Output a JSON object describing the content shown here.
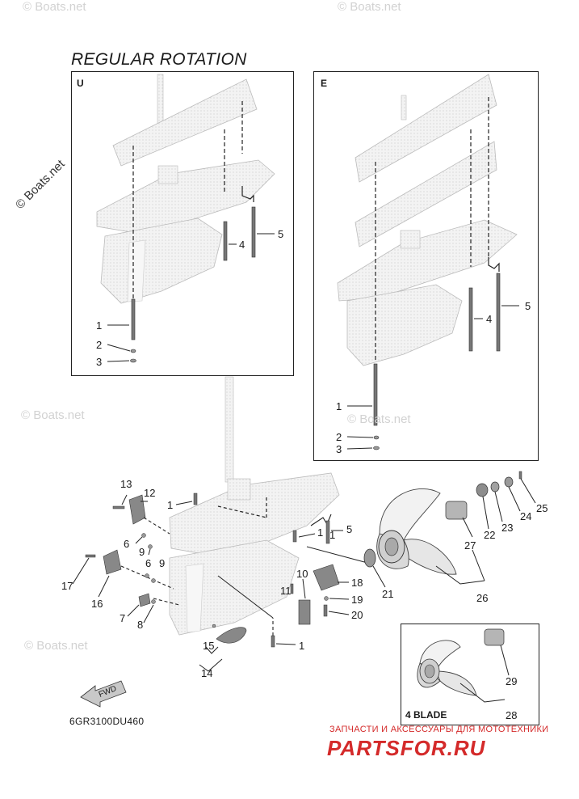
{
  "title": "REGULAR ROTATION",
  "panels": {
    "u": {
      "letter": "U"
    },
    "e": {
      "letter": "E"
    },
    "blade": {
      "caption": "4 BLADE"
    }
  },
  "callouts": {
    "u": [
      "1",
      "2",
      "3",
      "4",
      "5"
    ],
    "e": [
      "1",
      "2",
      "3",
      "4",
      "5"
    ],
    "main": [
      "13",
      "12",
      "1",
      "6",
      "9",
      "17",
      "16",
      "6",
      "9",
      "7",
      "8",
      "15",
      "14",
      "1",
      "10",
      "11",
      "1",
      "5",
      "18",
      "19",
      "20",
      "1",
      "21",
      "22",
      "23",
      "24",
      "25",
      "27",
      "26"
    ],
    "blade": [
      "29",
      "28"
    ]
  },
  "diagram_code": "6GR3100DU460",
  "fwd_label": "FWD",
  "watermarks": [
    "© Boats.net",
    "© Boats.net",
    "© Boats.net",
    "© Boats.net",
    "© Boats.net",
    "© Boats.net"
  ],
  "brand": {
    "subtitle": "ЗАПЧАСТИ И АКСЕССУАРЫ ДЛЯ МОТОТЕХНИКИ",
    "name": "PARTSFOR.RU"
  }
}
